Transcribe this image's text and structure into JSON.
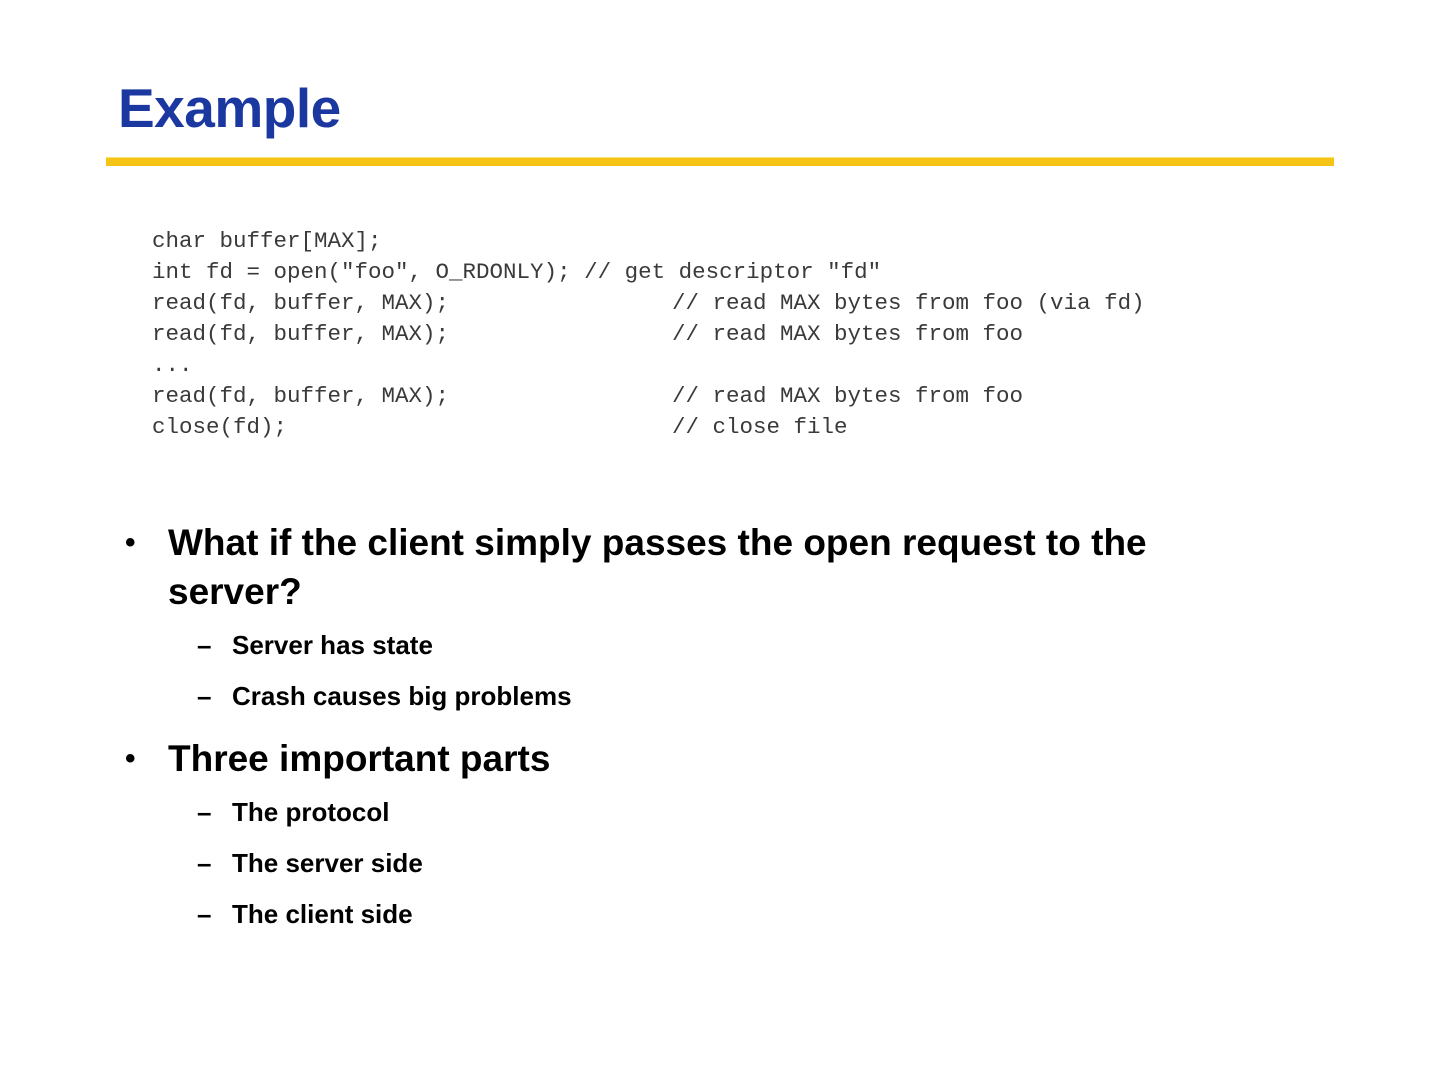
{
  "slide": {
    "title": "Example",
    "accent_rule_color": "#f6c414",
    "title_color": "#1b37a0",
    "background_color": "#ffffff",
    "body_text_color": "#000000",
    "code_text_color": "#3a3a3a"
  },
  "code": {
    "language": "c",
    "lines": [
      {
        "code": "char buffer[MAX];",
        "comment": ""
      },
      {
        "code": "int fd = open(\"foo\", O_RDONLY);",
        "comment": "// get descriptor \"fd\"",
        "inline": true
      },
      {
        "code": "read(fd, buffer, MAX);",
        "comment": "// read MAX bytes from foo (via fd)"
      },
      {
        "code": "read(fd, buffer, MAX);",
        "comment": "// read MAX bytes from foo"
      },
      {
        "code": "...",
        "comment": ""
      },
      {
        "code": "read(fd, buffer, MAX);",
        "comment": "// read MAX bytes from foo"
      },
      {
        "code": "close(fd);",
        "comment": "// close file"
      }
    ]
  },
  "bullets": [
    {
      "marker": "•",
      "text": "What if the client simply passes the open request to the server?",
      "children": [
        {
          "marker": "–",
          "text": "Server has state"
        },
        {
          "marker": "–",
          "text": "Crash causes big problems"
        }
      ]
    },
    {
      "marker": "•",
      "text": "Three important parts",
      "children": [
        {
          "marker": "–",
          "text": "The protocol"
        },
        {
          "marker": "–",
          "text": "The server side"
        },
        {
          "marker": "–",
          "text": "The client side"
        }
      ]
    }
  ]
}
